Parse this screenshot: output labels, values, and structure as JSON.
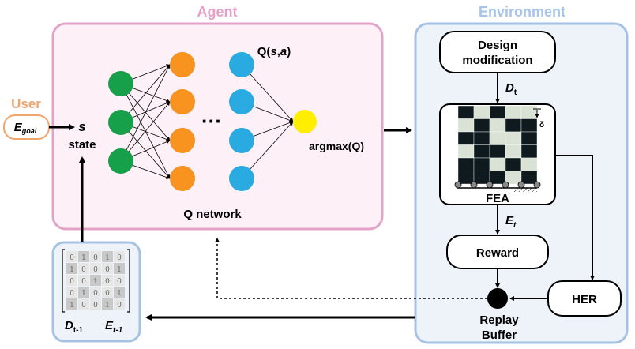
{
  "agent": {
    "title": "Agent",
    "q_label_q": "Q(",
    "q_label_s": "s",
    "q_label_comma": ",",
    "q_label_a": "a",
    "q_label_close": ")",
    "argmax_label": "argmax(Q)",
    "ellipsis": "···",
    "network_label": "Q network"
  },
  "environment": {
    "title": "Environment",
    "design_line1": "Design",
    "design_line2": "modification",
    "d_label": "D",
    "d_sub": "t",
    "fea_label": "FEA",
    "e_label": "E",
    "e_sub": "t",
    "reward_label": "Reward",
    "her_label": "HER",
    "replay_line1": "Replay",
    "replay_line2": "Buffer",
    "delta_label": "δ"
  },
  "user": {
    "title": "User",
    "goal_e": "E",
    "goal_sub": "goal"
  },
  "state": {
    "symbol": "s",
    "label": "state"
  },
  "buffer_sample": {
    "d_label": "D",
    "d_sub": "t-1",
    "e_label": "E",
    "e_sub": "t-1"
  },
  "colors": {
    "agent_title": "#e8a0c8",
    "agent_border": "#e3a3c9",
    "agent_fill": "#fdf1f7",
    "env_title": "#a8c4e6",
    "env_border": "#a6c2e3",
    "env_fill": "#eef3fa",
    "user_title": "#f0a46e",
    "user_border": "#f0a46e",
    "green": "#17a04a",
    "orange": "#f7931e",
    "blue": "#29abe2",
    "yellow": "#ffee00",
    "dark": "#0f1a1f",
    "light": "#d9e2d4"
  },
  "fea_grid": [
    [
      1,
      0,
      1,
      0,
      0
    ],
    [
      0,
      1,
      0,
      1,
      1
    ],
    [
      1,
      1,
      0,
      0,
      1
    ],
    [
      0,
      1,
      1,
      0,
      1
    ],
    [
      1,
      1,
      0,
      1,
      0
    ],
    [
      1,
      1,
      1,
      0,
      1
    ]
  ],
  "buffer_matrix": [
    [
      "0",
      "1",
      "0",
      "1",
      "0"
    ],
    [
      "1",
      "0",
      "0",
      "0",
      "1"
    ],
    [
      "0",
      "0",
      "1",
      "0",
      "0"
    ],
    [
      "0",
      "1",
      "0",
      "0",
      "1"
    ],
    [
      "1",
      "0",
      "0",
      "1",
      "0"
    ]
  ],
  "nodes": {
    "layer1": 3,
    "layer2": 4,
    "layer3": 4
  }
}
